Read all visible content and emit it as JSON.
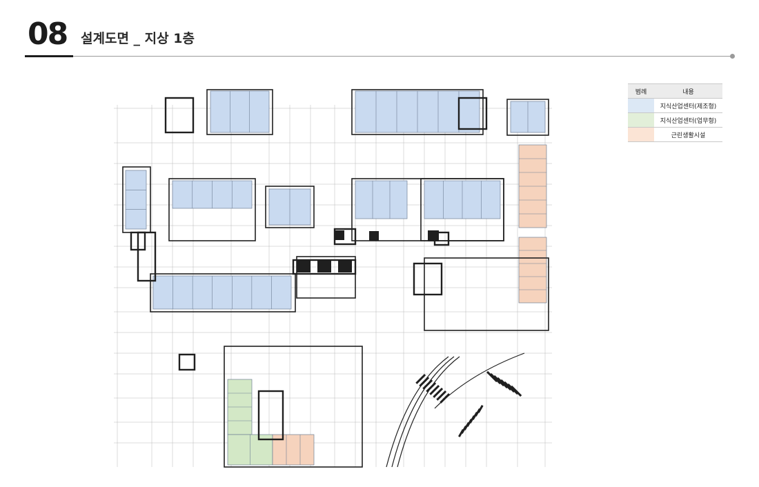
{
  "header": {
    "section_number": "08",
    "title": "설계도면 _ 지상 1층"
  },
  "legend": {
    "col_symbol": "범례",
    "col_content": "내용",
    "rows": [
      {
        "label": "지식산업센터(제조형)",
        "color": "#dce8f5"
      },
      {
        "label": "지식산업센터(업무형)",
        "color": "#e2efd9"
      },
      {
        "label": "근린생활시설",
        "color": "#fbe4d5"
      }
    ]
  },
  "plan_colors": {
    "manufacturing": "#c9daf0",
    "office": "#d3e8c6",
    "retail": "#f6d3bd",
    "wall": "#1f1f1f",
    "grid": "#b8b8b8"
  }
}
